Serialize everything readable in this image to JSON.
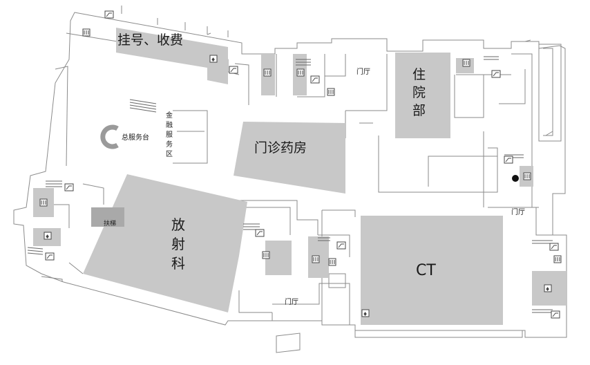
{
  "map": {
    "labels": {
      "registration": "挂号、收费",
      "inpatient": "住院部",
      "pharmacy": "门诊药房",
      "radiology": "放射科",
      "ct": "CT",
      "service_desk": "总服务台",
      "finance": "金融服务区",
      "hall_top": "门厅",
      "hall_right": "门厅",
      "hall_bottom": "门厅",
      "partial_label": "扶梯"
    },
    "colors": {
      "area_fill": "#c8c8c8",
      "wall": "#8a8a8a",
      "highlight_stair": "#a9a9a9",
      "text": "#1a1a1a"
    },
    "icons": [
      "elevator-icon",
      "escalator-icon",
      "restroom-icon",
      "stairs-icon",
      "location-dot-icon"
    ]
  }
}
